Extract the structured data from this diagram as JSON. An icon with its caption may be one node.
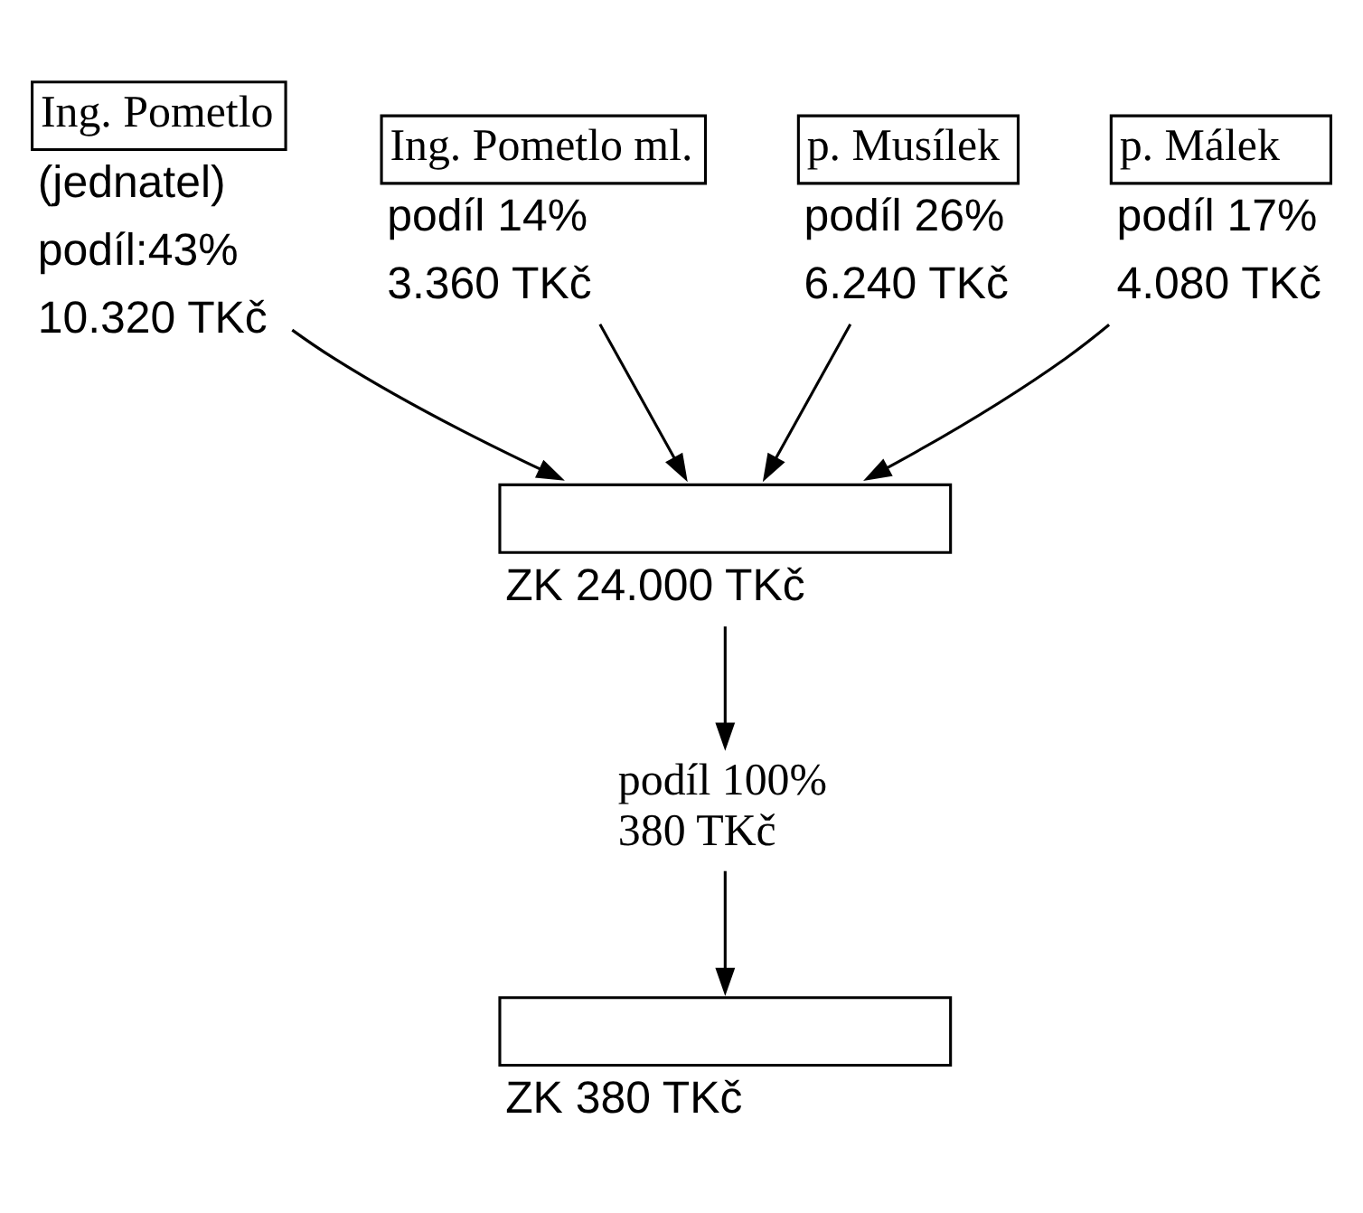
{
  "diagram": {
    "nodes": [
      {
        "text": [
          "Ing. Pometlo"
        ],
        "beside": [
          "(jednatel)",
          "podíl:43%",
          "10.320 TKč"
        ]
      },
      {
        "text": [
          "Ing. Pometlo ml."
        ],
        "beside": [
          "podíl 14%",
          "3.360 TKč"
        ]
      },
      {
        "text": [
          "p. Musílek"
        ],
        "beside": [
          "podíl 26%",
          "6.240 TKč"
        ]
      },
      {
        "text": [
          "p. Málek"
        ],
        "beside": [
          "podíl 17%",
          "4.080 TKč"
        ]
      },
      {
        "text": [],
        "shape": "box",
        "beside": [
          "ZK 24.000 TKč"
        ]
      },
      {
        "text": [
          "podíl 100%",
          "380 TKč"
        ]
      },
      {
        "text": [],
        "shape": "box",
        "beside": [
          "ZK 380 TKč"
        ]
      }
    ],
    "edges": [
      {
        "from": 0,
        "to": 4,
        "arrow": "to"
      },
      {
        "from": 1,
        "to": 4,
        "arrow": "to"
      },
      {
        "from": 2,
        "to": 4,
        "arrow": "to"
      },
      {
        "from": 3,
        "to": 4,
        "arrow": "to"
      },
      {
        "from": 4,
        "to": 5,
        "arrow": "to"
      },
      {
        "from": 5,
        "to": 6,
        "arrow": "to"
      }
    ]
  }
}
